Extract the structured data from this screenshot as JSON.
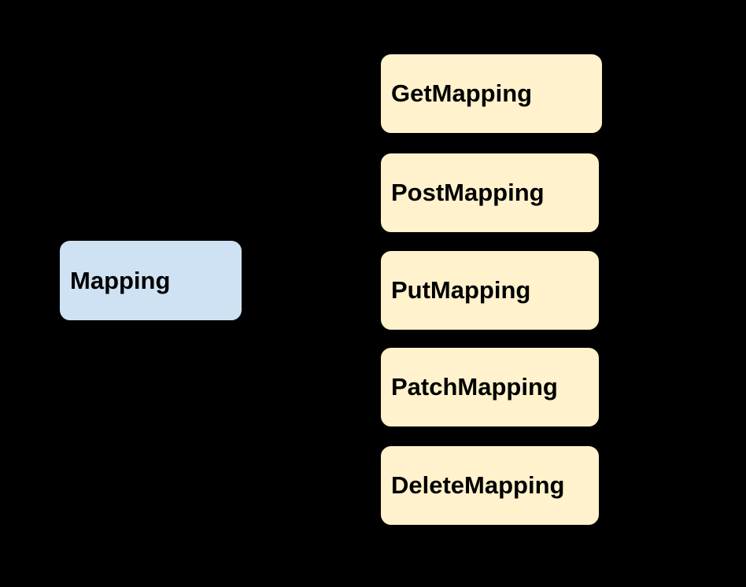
{
  "canvas": {
    "background": "#000000"
  },
  "nodes": {
    "root": {
      "label": "Mapping",
      "fill": "#cfe2f3",
      "text_color": "#000000"
    },
    "child_fill": "#fff2cc",
    "children": [
      {
        "label": "GetMapping"
      },
      {
        "label": "PostMapping"
      },
      {
        "label": "PutMapping"
      },
      {
        "label": "PatchMapping"
      },
      {
        "label": "DeleteMapping"
      }
    ]
  }
}
